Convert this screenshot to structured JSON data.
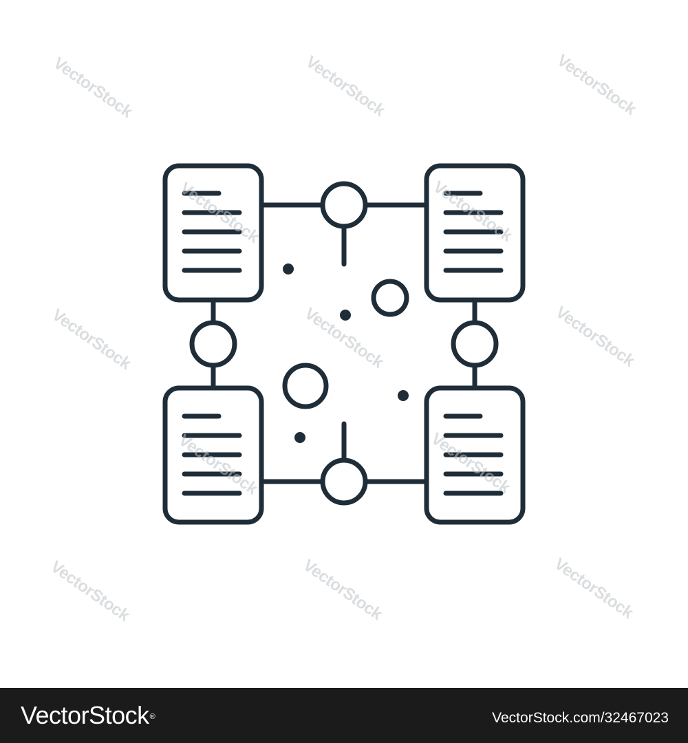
{
  "watermark": {
    "text": "VectorStock",
    "color": "#bec2c6"
  },
  "icon": {
    "name": "data-network-icon",
    "stroke_color": "#1f2d38",
    "documents": [
      {
        "name": "document-top-left-icon",
        "text_lines": 5
      },
      {
        "name": "document-top-right-icon",
        "text_lines": 5
      },
      {
        "name": "document-bottom-left-icon",
        "text_lines": 5
      },
      {
        "name": "document-bottom-right-icon",
        "text_lines": 5
      }
    ]
  },
  "footer": {
    "brand": "VectorStock",
    "registered_mark": "®",
    "image_id": "VectorStock.com/32467023",
    "background": "#1b1b1b",
    "text_color": "#ffffff"
  }
}
